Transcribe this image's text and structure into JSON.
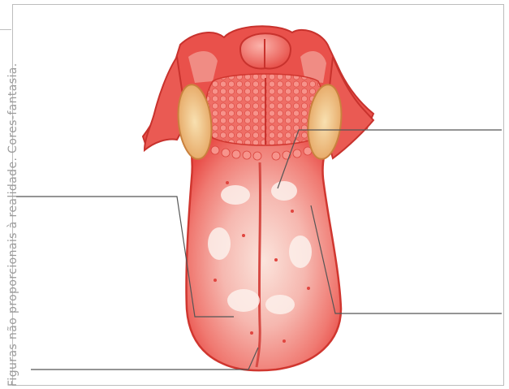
{
  "figure": {
    "side_caption": "Figuras não proporcionais à realidade. Cores-fantasia.",
    "colors": {
      "tongue_base": "#e84a45",
      "tongue_mid": "#f07a72",
      "tongue_light": "#f6b8b0",
      "tongue_highlight": "#fbe4dc",
      "papillae": "#f58a84",
      "tonsil": "#f3c98a",
      "tonsil_edge": "#c9813e",
      "leader_line": "#555555"
    },
    "labels": [
      {
        "id": "label-top-right",
        "text": ""
      },
      {
        "id": "label-left",
        "text": ""
      },
      {
        "id": "label-bottom-right",
        "text": ""
      },
      {
        "id": "label-bottom",
        "text": ""
      }
    ]
  }
}
